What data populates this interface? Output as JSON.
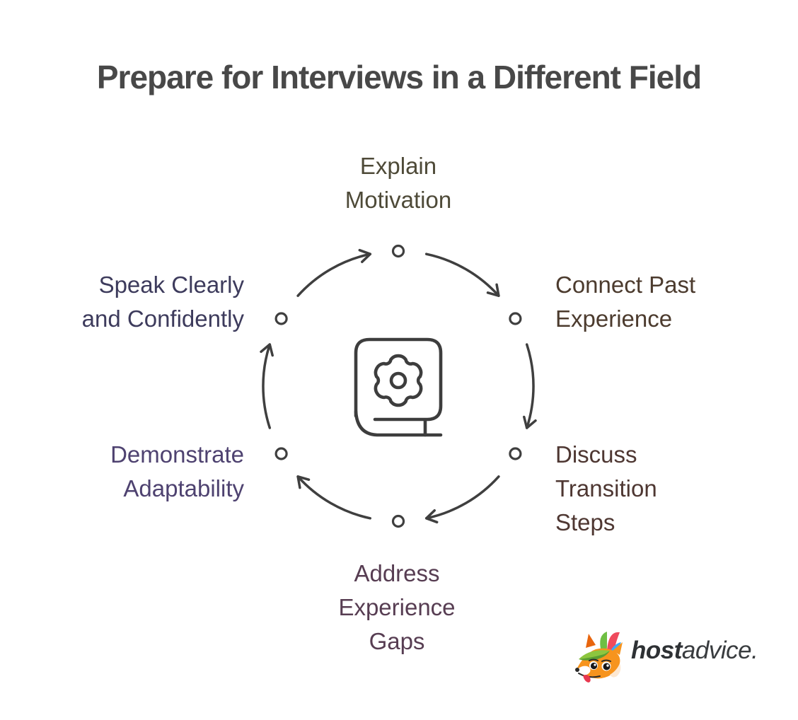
{
  "page": {
    "title": "Prepare for Interviews in a Different Field",
    "background_color": "#ffffff",
    "title_color": "#484848"
  },
  "diagram": {
    "type": "cycle",
    "direction": "clockwise",
    "stroke_color": "#3f3f3f",
    "center_icon": "book-with-gear",
    "steps": [
      {
        "label": "Explain Motivation",
        "lines": [
          "Explain",
          "Motivation"
        ],
        "position": "top",
        "color": "#4e4a38"
      },
      {
        "label": "Connect Past Experience",
        "lines": [
          "Connect Past",
          "Experience"
        ],
        "position": "upper-right",
        "color": "#4c3b2e"
      },
      {
        "label": "Discuss Transition Steps",
        "lines": [
          "Discuss",
          "Transition",
          "Steps"
        ],
        "position": "lower-right",
        "color": "#4e3732"
      },
      {
        "label": "Address Experience Gaps",
        "lines": [
          "Address",
          "Experience",
          "Gaps"
        ],
        "position": "bottom",
        "color": "#573d52"
      },
      {
        "label": "Demonstrate Adaptability",
        "lines": [
          "Demonstrate",
          "Adaptability"
        ],
        "position": "lower-left",
        "color": "#4e4270"
      },
      {
        "label": "Speak Clearly and Confidently",
        "lines": [
          "Speak Clearly",
          "and Confidently"
        ],
        "position": "upper-left",
        "color": "#3d3b5c"
      }
    ]
  },
  "logo": {
    "brand_bold": "host",
    "brand_light": "advice.",
    "mascot": "fox",
    "text_color": "#2e3134"
  }
}
